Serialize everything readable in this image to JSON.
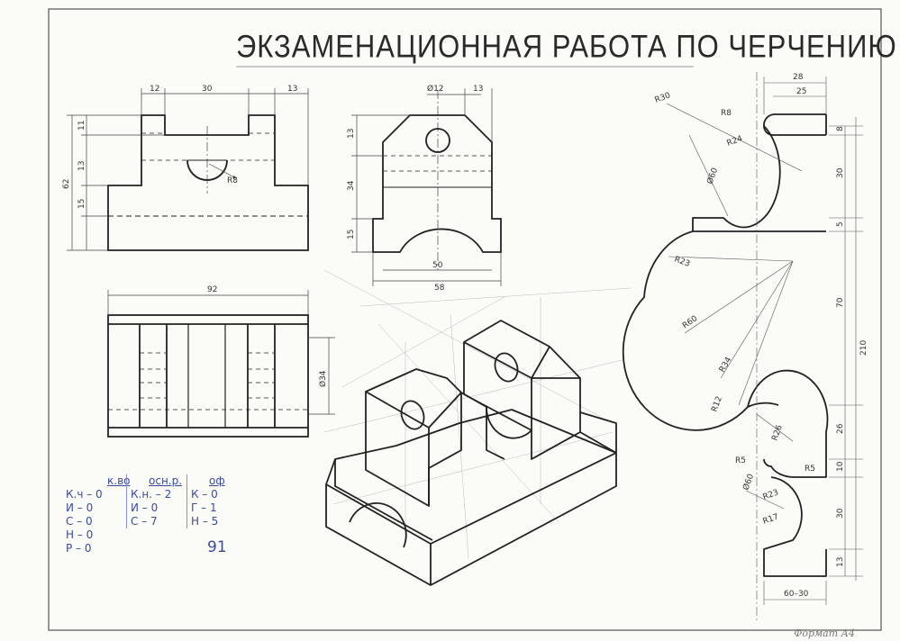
{
  "title": "ЭКЗАМЕНАЦИОННАЯ РАБОТА ПО ЧЕРЧЕНИЮ",
  "front_view": {
    "dims": {
      "left": "12",
      "middle": "30",
      "right": "13",
      "height_total": "62",
      "h_top": "11",
      "h_mid": "13",
      "h_bottom": "15",
      "radius": "R8"
    }
  },
  "side_view": {
    "dims": {
      "hole": "Ø12",
      "top_right": "13",
      "h1": "13",
      "h2": "34",
      "h3": "15",
      "inner_width": "50",
      "outer_width": "58"
    }
  },
  "top_view": {
    "dims": {
      "width": "92",
      "depth": "Ø34"
    }
  },
  "curve_drawing": {
    "dims": {
      "w28": "28",
      "w25": "25",
      "r30": "R30",
      "r8": "R8",
      "r24": "R24",
      "d60a": "Ø60",
      "r23": "R23",
      "r60": "R60",
      "r34": "R34",
      "r12": "R12",
      "r26": "R26",
      "r5": "R5",
      "r5b": "R5",
      "d60b": "Ø60",
      "r23b": "R23",
      "r17": "R17",
      "w6030": "60–30",
      "v8": "8",
      "v30a": "30",
      "v5": "5",
      "v70": "70",
      "v210": "210",
      "v26": "26",
      "v10": "10",
      "v30b": "30",
      "v13": "13"
    }
  },
  "grading": {
    "headers": [
      "к.во",
      "осн.р.",
      "оф"
    ],
    "col1": [
      "К.ч – 0",
      "И – 0",
      "С – 0",
      "Н – 0",
      "Р – 0"
    ],
    "col2": [
      "К.н. – 2",
      "И – 0",
      "С – 7"
    ],
    "col3": [
      "К – 0",
      "Г – 1",
      "Н – 5"
    ],
    "score": "91"
  },
  "stamp": "Формат А4"
}
